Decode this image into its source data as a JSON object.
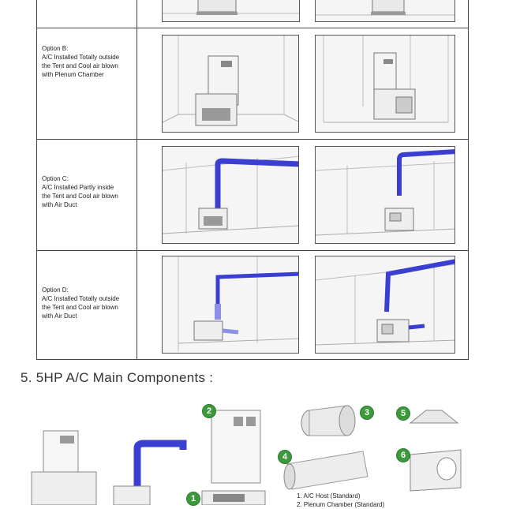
{
  "options": [
    {
      "id": "A",
      "label": ""
    },
    {
      "id": "B",
      "label": "Option B:\n A/C Installed Totally outside\nthe Tent and Cool air blown\nwith Plenum Chamber"
    },
    {
      "id": "C",
      "label": "Option C:\nA/C Installed Partly inside\nthe Tent and Cool air blown\nwith Air Duct"
    },
    {
      "id": "D",
      "label": "Option D:\nA/C Installed Totally outside\nthe Tent and Cool air blown\nwith Air Duct"
    }
  ],
  "section_heading": "5.  5HP A/C Main Components :",
  "badges": [
    "1",
    "2",
    "3",
    "4",
    "5",
    "6"
  ],
  "legend": [
    "1. A/C Host (Standard)",
    "2. Plenum Chamber (Standard)"
  ],
  "colors": {
    "duct": "#3a3fd1",
    "badge": "#3c9a3c",
    "border": "#444444"
  }
}
